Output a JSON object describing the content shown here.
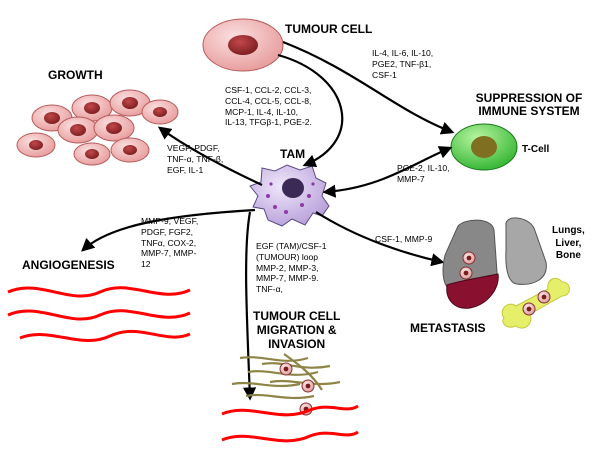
{
  "labels": {
    "tumour_cell": "TUMOUR CELL",
    "growth": "GROWTH",
    "tam": "TAM",
    "suppression": "SUPPRESSION OF\nIMMUNE SYSTEM",
    "t_cell": "T-Cell",
    "angiogenesis": "ANGIOGENESIS",
    "metastasis": "METASTASIS",
    "lungs_liver_bone": "Lungs,\nLiver,\nBone",
    "migration": "TUMOUR CELL\nMIGRATION &\nINVASION"
  },
  "factors": {
    "tumour_to_tam": "CSF-1, CCL-2, CCL-3,\nCCL-4, CCL-5, CCL-8,\nMCP-1, IL-4, IL-10,\nIL-13, TFGβ-1, PGE-2.",
    "tumour_to_tcell": "IL-4, IL-6, IL-10,\nPGE2, TNF-β1,\nCSF-1",
    "tam_to_growth": "VEGF, PDGF,\nTNF-α, TNF-β,\nEGF, IL-1",
    "tam_to_tcell": "PGE-2, IL-10,\nMMP-7",
    "tam_to_angiogenesis": "MMP-9, VEGF,\nPDGF, FGF2,\nTNFα, COX-2,\nMMP-7, MMP-\n12",
    "tam_to_metastasis": "CSF-1, MMP-9",
    "tam_to_migration": "EGF (TAM)/CSF-1\n(TUMOUR) loop\nMMP-2, MMP-3,\nMMP-7, MMP-9.\nTNF-α,"
  }
}
